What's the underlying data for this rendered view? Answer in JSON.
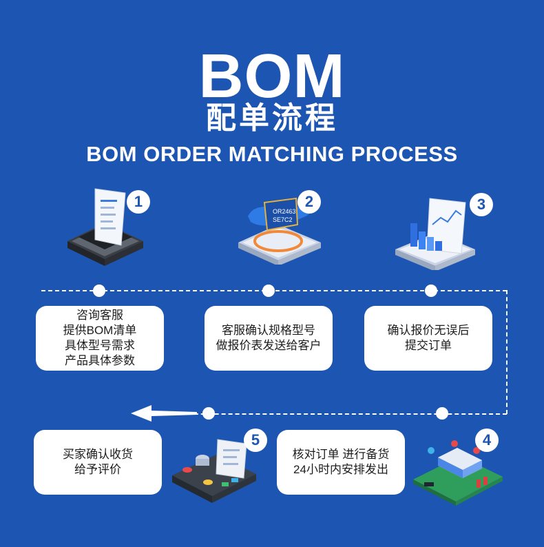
{
  "header": {
    "title": "BOM",
    "title_cn": "配单流程",
    "title_en": "BOM ORDER MATCHING PROCESS"
  },
  "steps": [
    {
      "number": "1",
      "lines": [
        "咨询客服",
        "提供BOM清单",
        "具体型号需求",
        "产品具体参数"
      ]
    },
    {
      "number": "2",
      "lines": [
        "客服确认规格型号",
        "做报价表发送给客户"
      ]
    },
    {
      "number": "3",
      "lines": [
        "确认报价无误后",
        "提交订单"
      ]
    },
    {
      "number": "4",
      "lines": [
        "核对订单 进行备货",
        "24小时内安排发出"
      ]
    },
    {
      "number": "5",
      "lines": [
        "买家确认收货",
        "给予评价"
      ]
    }
  ],
  "icons": {
    "step1": "receipt-printer-icon",
    "step2": "world-map-chip-icon",
    "step3": "bar-chart-document-icon",
    "step4": "circuit-board-icon",
    "step5": "control-panel-icon"
  },
  "colors": {
    "background": "#1d55b2",
    "card": "#ffffff",
    "accent": "#1d55b2"
  }
}
